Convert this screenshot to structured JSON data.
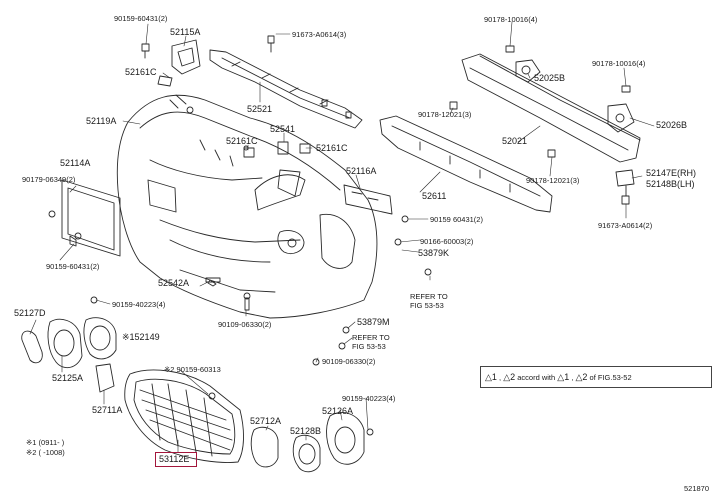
{
  "diagram": {
    "labels": {
      "l90159_60431_top": "90159-60431(2)",
      "l52115A": "52115A",
      "l91673_A0614_3": "91673-A0614(3)",
      "l52161C_a": "52161C",
      "l52521": "52521",
      "l52119A": "52119A",
      "l52541": "52541",
      "l52161C_b": "52161C",
      "l52161C_c": "52161C",
      "l52114A": "52114A",
      "l90179_06349": "90179-06349(2)",
      "l90159_60431_left": "90159-60431(2)",
      "l52116A": "52116A",
      "l90159_60431_mid": "90159 60431(2)",
      "l90166_60003": "90166-60003(2)",
      "l53879K": "53879K",
      "l52542A": "52542A",
      "l90109_06330": "90109-06330(2)",
      "l90159_40223_left": "90159-40223(4)",
      "l52127D": "52127D",
      "l152149": "※152149",
      "l53879M": "53879M",
      "l90109_06330_b": "90109-06330(2)",
      "l52125A": "52125A",
      "l52711A": "52711A",
      "l90159_60313": "※2 90159-60313",
      "l90159_40223_right": "90159-40223(4)",
      "l52126A": "52126A",
      "l52712A": "52712A",
      "l52128B": "52128B",
      "l53112E": "53112E",
      "l90178_10016_top": "90178-10016(4)",
      "l52025B": "52025B",
      "l90178_10016_mid": "90178-10016(4)",
      "l90178_12021_a": "90178-12021(3)",
      "l52021": "52021",
      "l52026B": "52026B",
      "l52611": "52611",
      "l90178_12021_b": "90178-12021(3)",
      "l52147E": "52147E(RH)",
      "l52148B": "52148B(LH)",
      "l91673_A0614_2": "91673-A0614(2)",
      "l521870": "521870"
    },
    "refer_a": [
      "REFER TO",
      "FIG 53-53"
    ],
    "refer_b": [
      "REFER TO",
      "FIG 53-53"
    ],
    "legend": {
      "tri1": "△1",
      "tri2": "△2",
      "mid": "accord with",
      "tri3": "△1",
      "tri4": "△2",
      "end": "of FIG.53-52"
    },
    "notes": {
      "n1": "※1 (0911-      )",
      "n2": "※2 (      -1008)"
    },
    "colors": {
      "line": "#2a2a2a",
      "fill": "#ffffff",
      "highlight": "#a3163b"
    }
  }
}
